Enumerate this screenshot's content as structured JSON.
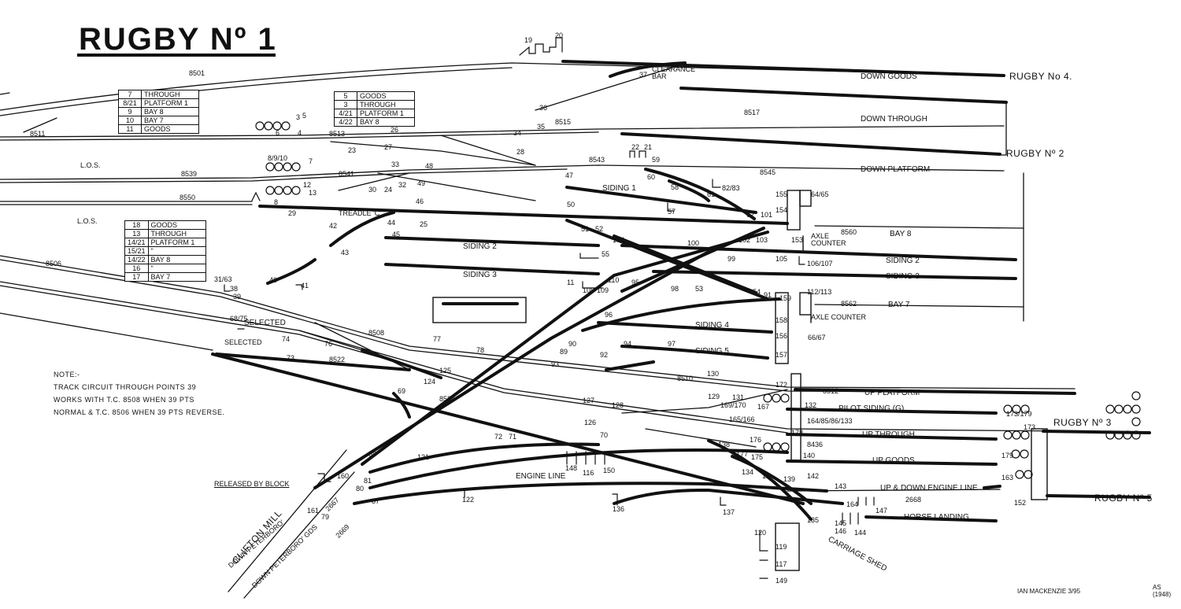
{
  "title": "RUGBY Nº 1",
  "destinations": {
    "rugby4": "RUGBY No 4.",
    "rugby2": "RUGBY Nº 2",
    "rugby3": "RUGBY Nº 3",
    "rugby5": "RUGBY Nº 5",
    "clifton_mill": "CLIFTON MILL"
  },
  "line_labels": {
    "down_goods": "DOWN GOODS",
    "down_through": "DOWN THROUGH",
    "down_platform": "DOWN PLATFORM",
    "bay8": "BAY 8",
    "siding2_right": "SIDING 2",
    "siding3_right": "SIDING 3",
    "bay7": "BAY 7",
    "siding1": "SIDING 1",
    "siding2_left": "SIDING 2",
    "siding3_left": "SIDING 3",
    "siding4": "SIDING 4",
    "siding5": "SIDING 5",
    "up_platform": "UP PLATFORM",
    "pilot_siding": "PILOT SIDING (G)",
    "up_through": "UP THROUGH",
    "up_goods": "UP GOODS",
    "engine_line": "ENGINE LINE",
    "up_down_engine": "UP & DOWN ENGINE LINE",
    "horse_landing": "HORSE LANDING",
    "carriage_shed": "CARRIAGE SHED",
    "down_peterboro": "DOWN PETERBORO'",
    "down_peterboro_gds": "DOWN PETERBORO' GDS",
    "clearance_bar": "CLEARANCE BAR",
    "axle_counter_1": "AXLE COUNTER",
    "axle_counter_2": "AXLE COUNTER",
    "selected_1": "SELECTED",
    "selected_2": "SELECTED",
    "released_by_block": "RELEASED BY BLOCK",
    "treadle": "TREADLE 'C'",
    "los_1": "L.O.S.",
    "los_2": "L.O.S."
  },
  "track_circuits": [
    "8501",
    "8511",
    "8513",
    "8515",
    "8517",
    "8539",
    "8541",
    "8543",
    "8545",
    "8550",
    "8560",
    "8562",
    "8506",
    "8508",
    "8522",
    "8510",
    "8512",
    "8534",
    "8436",
    "2667",
    "2668",
    "2669"
  ],
  "route_table_top_left": [
    {
      "num": "7",
      "dest": "THROUGH"
    },
    {
      "num": "8/21",
      "dest": "PLATFORM 1"
    },
    {
      "num": "9",
      "dest": "BAY 8"
    },
    {
      "num": "10",
      "dest": "BAY 7"
    },
    {
      "num": "11",
      "dest": "GOODS"
    }
  ],
  "route_table_top_right": [
    {
      "num": "5",
      "dest": "GOODS"
    },
    {
      "num": "3",
      "dest": "THROUGH"
    },
    {
      "num": "4/21",
      "dest": "PLATFORM 1"
    },
    {
      "num": "4/22",
      "dest": "BAY 8"
    }
  ],
  "route_table_lower": [
    {
      "num": "18",
      "dest": "GOODS"
    },
    {
      "num": "13",
      "dest": "THROUGH"
    },
    {
      "num": "14/21",
      "dest": "PLATFORM 1"
    },
    {
      "num": "15/21",
      "dest": "\""
    },
    {
      "num": "14/22",
      "dest": "BAY 8"
    },
    {
      "num": "16",
      "dest": "\""
    },
    {
      "num": "17",
      "dest": "BAY 7"
    }
  ],
  "lever_numbers": [
    "19",
    "20",
    "37",
    "36",
    "35",
    "34",
    "26",
    "27",
    "28",
    "22",
    "21",
    "59",
    "33",
    "48",
    "49",
    "47",
    "46",
    "50",
    "60",
    "58",
    "61",
    "82/83",
    "57",
    "62",
    "101",
    "64/65",
    "23",
    "24",
    "32",
    "30",
    "25",
    "44",
    "45",
    "42",
    "43",
    "51",
    "52",
    "104",
    "55",
    "100",
    "99",
    "102",
    "103",
    "105",
    "106/107",
    "11",
    "110",
    "108",
    "109",
    "95",
    "98",
    "53",
    "54",
    "91",
    "112/113",
    "31/63",
    "38",
    "39",
    "40",
    "41",
    "68/75",
    "96",
    "97",
    "94",
    "92",
    "93",
    "66/67",
    "74",
    "73",
    "76",
    "77",
    "125",
    "124",
    "78",
    "90",
    "89",
    "130",
    "129",
    "131",
    "169/170",
    "167",
    "165/166",
    "132",
    "164/85/86/133",
    "127",
    "126",
    "128",
    "69",
    "72",
    "71",
    "70",
    "121",
    "88",
    "148",
    "116",
    "150",
    "138",
    "176",
    "177",
    "175",
    "178",
    "140",
    "134",
    "139",
    "142",
    "143",
    "14",
    "173",
    "173/179",
    "179",
    "163",
    "152",
    "122",
    "136",
    "137",
    "135",
    "164",
    "147",
    "145",
    "146",
    "144",
    "120",
    "119",
    "117",
    "149",
    "161",
    "160",
    "79",
    "80",
    "81",
    "87",
    "3",
    "4",
    "5",
    "6",
    "8/9/10",
    "7",
    "12",
    "13",
    "8",
    "29",
    "157",
    "156",
    "155",
    "154",
    "153",
    "158",
    "159",
    "172"
  ],
  "note": "NOTE:-\nTRACK CIRCUIT THROUGH POINTS 39\nWORKS WITH T.C. 8508 WHEN 39 PTS\nNORMAL & T.C. 8506 WHEN 39 PTS REVERSE.",
  "credit": "IAN MACKENZIE  3/95",
  "stamp": "AS\n(1948)"
}
